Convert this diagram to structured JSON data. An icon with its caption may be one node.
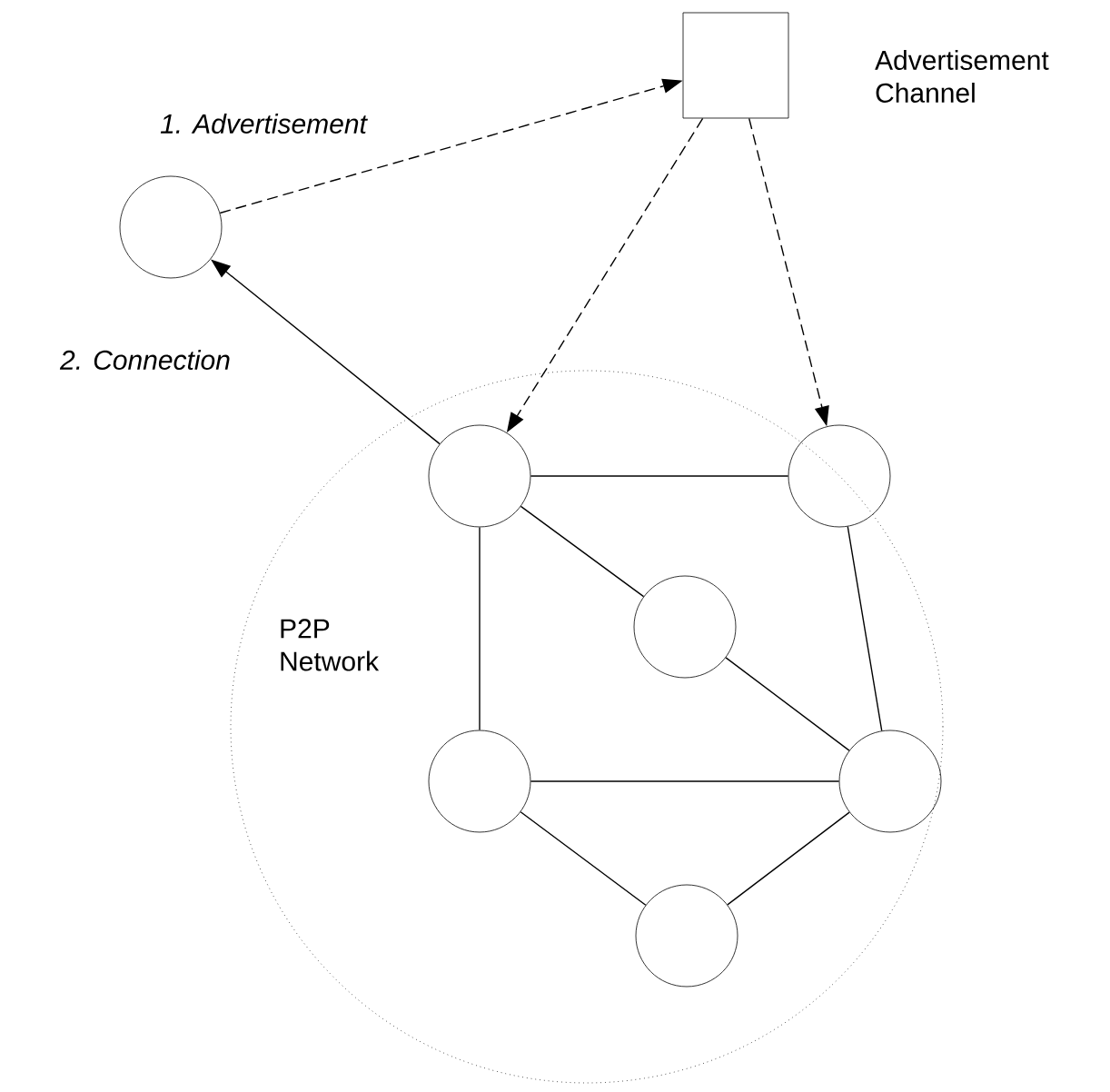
{
  "diagram": {
    "nodes": [
      {
        "text": [],
        "shape": "box",
        "beside": [
          "Advertisement Channel"
        ]
      },
      {
        "text": [],
        "shape": "circle"
      },
      {
        "text": [
          "P2P Network"
        ]
      },
      {
        "text": [],
        "shape": "circle",
        "in": 2
      },
      {
        "text": [],
        "shape": "circle",
        "in": 2
      },
      {
        "text": [],
        "shape": "circle",
        "in": 2
      },
      {
        "text": [],
        "shape": "circle",
        "in": 2
      },
      {
        "text": [],
        "shape": "circle",
        "in": 2
      },
      {
        "text": [],
        "shape": "circle",
        "in": 2
      }
    ],
    "edges": [
      {
        "from": 1,
        "to": 0,
        "arrow": "to",
        "style": "dashed",
        "label": "1. Advertisement"
      },
      {
        "from": 3,
        "to": 1,
        "arrow": "to",
        "label": "2. Connection"
      },
      {
        "from": 0,
        "to": 3,
        "arrow": "to",
        "style": "dashed"
      },
      {
        "from": 0,
        "to": 4,
        "arrow": "to",
        "style": "dashed"
      },
      {
        "from": 3,
        "to": 4,
        "arrow": "none"
      },
      {
        "from": 3,
        "to": 5,
        "arrow": "none"
      },
      {
        "from": 3,
        "to": 6,
        "arrow": "none"
      },
      {
        "from": 4,
        "to": 7,
        "arrow": "none"
      },
      {
        "from": 5,
        "to": 7,
        "arrow": "none"
      },
      {
        "from": 6,
        "to": 7,
        "arrow": "none"
      },
      {
        "from": 6,
        "to": 8,
        "arrow": "none"
      },
      {
        "from": 7,
        "to": 8,
        "arrow": "none"
      }
    ]
  }
}
